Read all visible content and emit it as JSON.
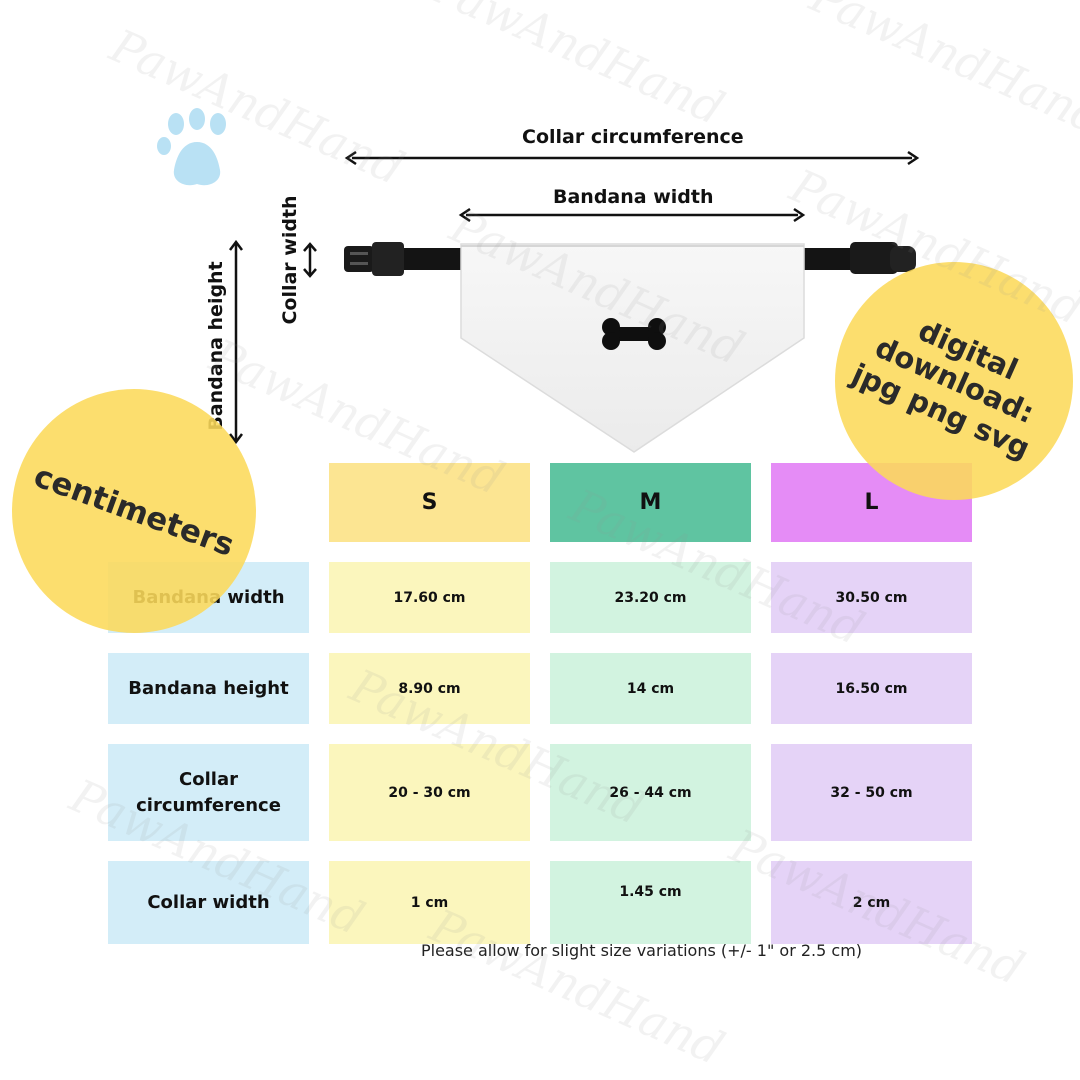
{
  "diagram": {
    "collar_circumference_label": "Collar circumference",
    "bandana_width_label": "Bandana width",
    "collar_width_label": "Collar width",
    "bandana_height_label": "Bandana height",
    "icons": [
      "paw-icon",
      "bone-icon",
      "buckle-icon"
    ]
  },
  "badges": {
    "units": "centimeters",
    "download_line1": "digital",
    "download_line2": "download:",
    "download_line3": "jpg png svg"
  },
  "size_table": {
    "columns": [
      "S",
      "M",
      "L"
    ],
    "rows": [
      {
        "label": "Bandana width",
        "values": [
          "17.60 cm",
          "23.20 cm",
          "30.50 cm"
        ]
      },
      {
        "label": "Bandana height",
        "values": [
          "8.90 cm",
          "14 cm",
          "16.50 cm"
        ]
      },
      {
        "label": "Collar circumference",
        "values": [
          "20 - 30 cm",
          "26 - 44 cm",
          "32 - 50 cm"
        ]
      },
      {
        "label": "Collar width",
        "values": [
          "1 cm",
          "1.45 cm",
          "2 cm"
        ]
      }
    ]
  },
  "footnote": "Please allow for slight size variations (+/- 1\" or 2.5 cm)",
  "watermark": "PawAndHand",
  "colors": {
    "s_header": "#fce592",
    "m_header": "#5fc4a1",
    "l_header": "#e58cf6",
    "row_label_bg": "#d3edf8",
    "badge_yellow": "#fcda5a",
    "paw_blue": "#b9e1f4"
  }
}
